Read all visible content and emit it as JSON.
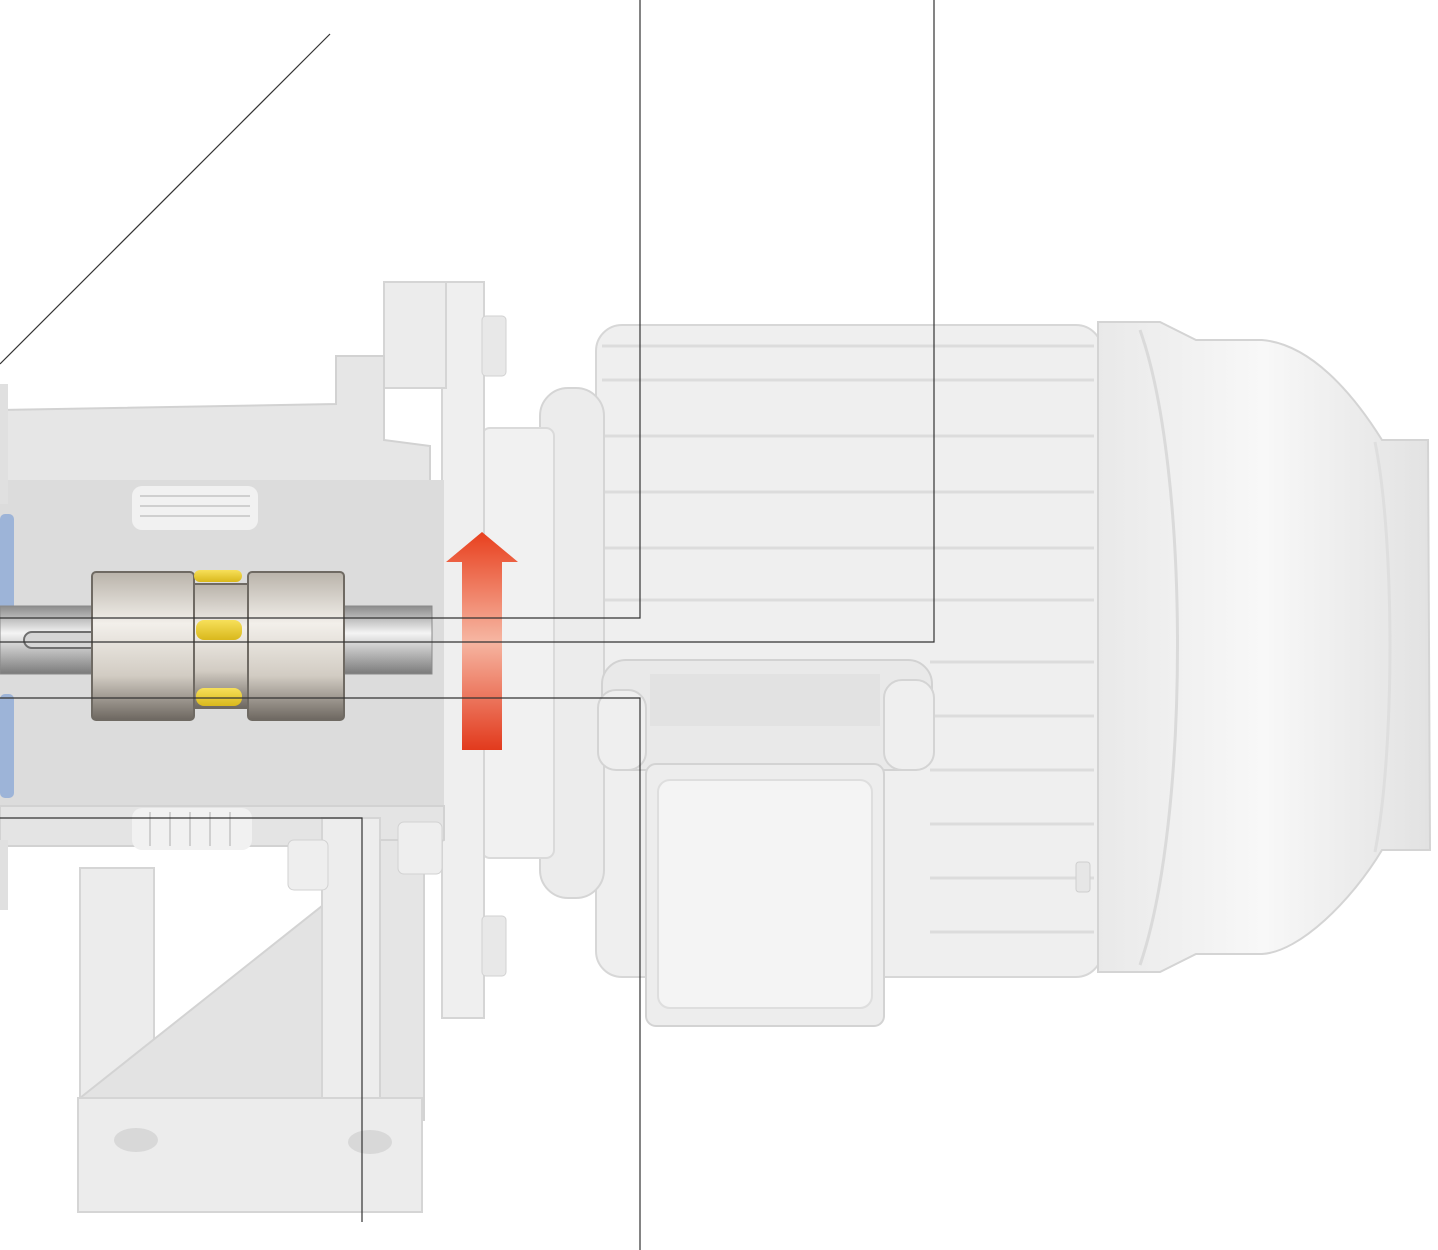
{
  "diagram": {
    "subject": "pump-motor-assembly-cutaway",
    "parts": [
      {
        "id": "motor-housing",
        "icon": "motor-icon"
      },
      {
        "id": "motor-fan-cover",
        "icon": "fan-cover-icon"
      },
      {
        "id": "terminal-box",
        "icon": "terminal-box-icon"
      },
      {
        "id": "adapter-flange",
        "icon": "flange-icon"
      },
      {
        "id": "bearing-bracket",
        "icon": "bracket-icon"
      },
      {
        "id": "support-foot",
        "icon": "foot-icon"
      },
      {
        "id": "shaft",
        "icon": "shaft-icon"
      },
      {
        "id": "jaw-coupling",
        "icon": "coupling-icon"
      },
      {
        "id": "elastomer-spider",
        "icon": "spider-icon"
      },
      {
        "id": "rotation-arrow",
        "icon": "arrow-up-icon"
      }
    ],
    "leader_line_count": 6,
    "colors": {
      "housing": "#ececec",
      "housing_shade": "#dcdcdc",
      "outline": "#c9c9c9",
      "coupling": "#d6d1c8",
      "spider": "#f1d230",
      "arrow_top": "#e8401e",
      "arrow_bottom": "#e23a1d",
      "seal_blue": "#9db4d8",
      "leader": "#333333"
    }
  }
}
